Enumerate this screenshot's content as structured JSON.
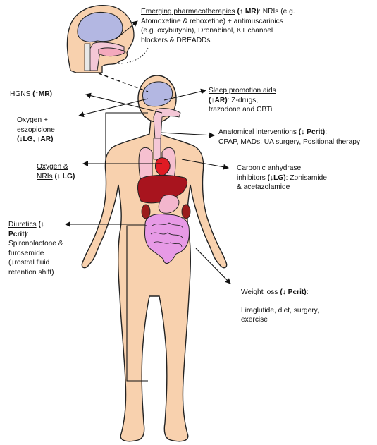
{
  "labels": {
    "emerging": {
      "heading": "Emerging pharmacotherapies",
      "tag": "(↑ MR)",
      "lines": [
        ": NRIs (e.g.",
        "Atomoxetine & reboxetine) + antimuscarinics",
        "(e.g. oxybutynin), Dronabinol, K+ channel",
        "blockers & DREADDs"
      ]
    },
    "hgns": {
      "heading": "HGNS",
      "tag": "(↑MR)"
    },
    "sleep": {
      "heading": "Sleep promotion aids",
      "tag": "(↑AR)",
      "rest": ": Z-drugs,",
      "line2": "trazodone and CBTi"
    },
    "oxy_eszo": {
      "heading1": "Oxygen +",
      "heading2": "eszopiclone",
      "tag": "(↓LG, ↑AR)"
    },
    "anatomical": {
      "heading": "Anatomical interventions",
      "tag": "(↓ Pcrit)",
      "rest": ":",
      "line2": "CPAP, MADs, UA surgery, Positional therapy"
    },
    "oxy_nri": {
      "heading1": "Oxygen &",
      "heading2": "NRIs",
      "tag": "(↓ LG)"
    },
    "carbonic": {
      "heading1": "Carbonic anhydrase",
      "heading2": "inhibitors",
      "tag": "(↓LG)",
      "rest": ": Zonisamide",
      "line3": "& acetazolamide"
    },
    "diuretics": {
      "heading": "Diuretics",
      "tag1": "(↓",
      "tag2": "Pcrit)",
      "rest": ":",
      "lines": [
        "Spironolactone &",
        "furosemide",
        "(↓rostral fluid",
        "retention shift)"
      ]
    },
    "weight": {
      "heading": "Weight loss",
      "tag": "(↓ Pcrit)",
      "rest": ":",
      "lines": [
        "Liraglutide, diet, surgery,",
        "exercise"
      ]
    }
  },
  "colors": {
    "skin": "#f8d1ae",
    "skin_outline": "#222222",
    "brain": "#b3b7e2",
    "airway_tissue": "#f4c7d6",
    "lungs": "#f6c0d0",
    "heart": "#e01b24",
    "liver": "#a8141e",
    "kidneys": "#9b1b1b",
    "intestines": "#e79ae6",
    "stomach": "#f3b6cd",
    "line": "#111111"
  }
}
